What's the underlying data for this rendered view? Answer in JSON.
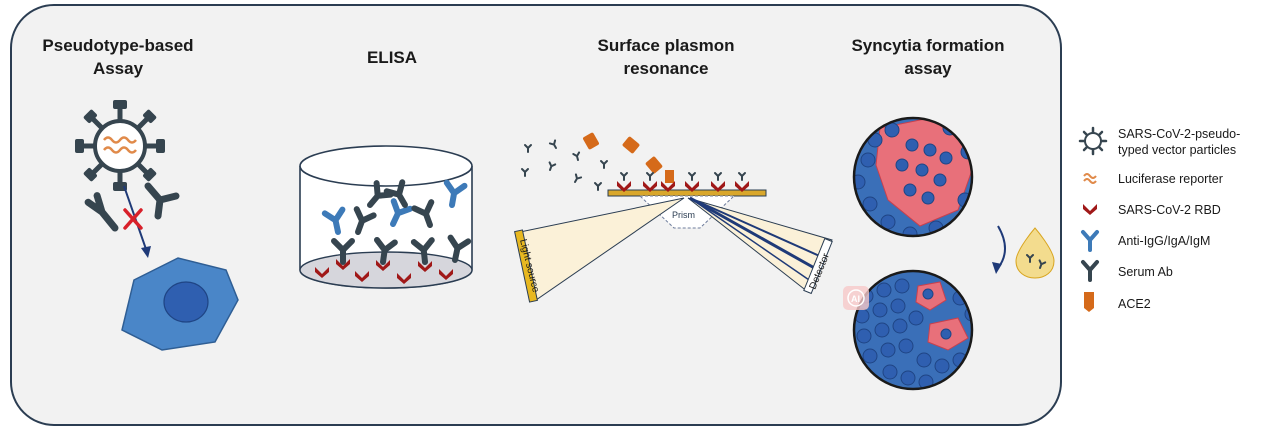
{
  "panels": {
    "pseudotype": {
      "title_line1": "Pseudotype-based",
      "title_line2": "Assay"
    },
    "elisa": {
      "title": "ELISA"
    },
    "spr": {
      "title_line1": "Surface plasmon",
      "title_line2": "resonance",
      "prism_label": "Prism",
      "light_label": "Light source",
      "detector_label": "Detector"
    },
    "syncytia": {
      "title_line1": "Syncytia formation",
      "title_line2": "assay"
    }
  },
  "legend": {
    "items": [
      {
        "icon": "virus-particle-icon",
        "label_line1": "SARS-CoV-2-pseudo-",
        "label_line2": "typed vector particles"
      },
      {
        "icon": "luciferase-wave-icon",
        "label_line1": "Luciferase reporter"
      },
      {
        "icon": "rbd-chevron-icon",
        "label_line1": "SARS-CoV-2 RBD"
      },
      {
        "icon": "anti-ig-antibody-icon",
        "label_line1": "Anti-IgG/IgA/IgM"
      },
      {
        "icon": "serum-antibody-icon",
        "label_line1": "Serum Ab"
      },
      {
        "icon": "ace2-receptor-icon",
        "label_line1": "ACE2"
      }
    ]
  },
  "watermark": {
    "text": "AI"
  },
  "colors": {
    "panel_bg": "#f2f2f2",
    "border": "#2b3d52",
    "serum_ab": "#36454f",
    "anti_ig": "#3d7ab8",
    "rbd": "#a01818",
    "ace2": "#d56a1a",
    "cell_blue": "#4a86c8",
    "syncytia_pink": "#e8707a",
    "luciferase": "#e08a4a"
  }
}
